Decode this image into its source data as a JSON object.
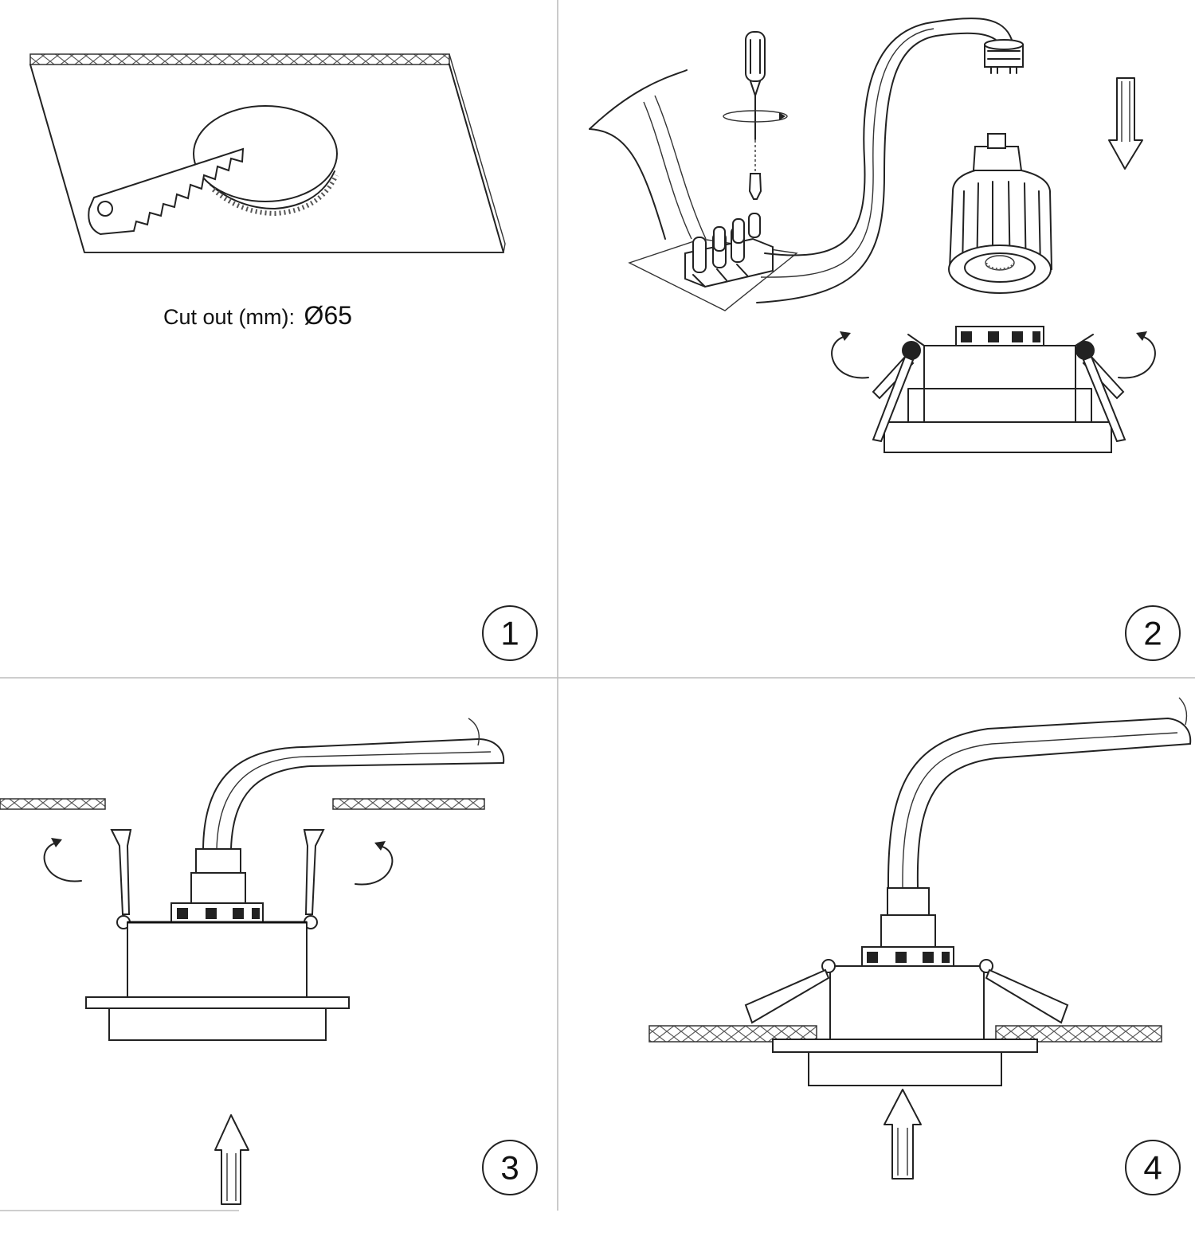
{
  "steps": [
    {
      "number": "1",
      "caption_label": "Cut out (mm):",
      "caption_value": "Ø65"
    },
    {
      "number": "2"
    },
    {
      "number": "3"
    },
    {
      "number": "4"
    }
  ],
  "colors": {
    "line": "#222222",
    "divider": "#bdbdbd",
    "background": "#ffffff"
  },
  "icons": [
    "saw-icon",
    "screwdriver-icon",
    "terminal-block-icon",
    "gu10-bulb-icon",
    "down-arrow-icon",
    "up-arrow-icon",
    "rotate-arrow-icon"
  ]
}
